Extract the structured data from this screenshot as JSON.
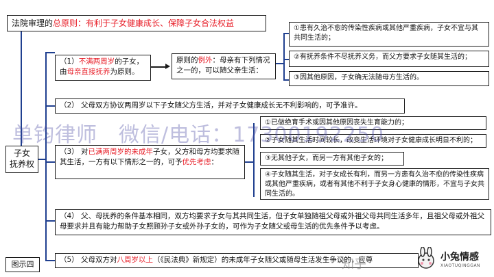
{
  "title": {
    "prefix": "法院审理的",
    "highlight": "总原则：有利于子女健康成长、保障子女合法权益"
  },
  "root_label": "子女\n抚养权",
  "figure_label": "图示四",
  "branch1": {
    "num": "（1）",
    "red1": "不满两周岁",
    "text1": "的子女，由",
    "red2": "母亲直接抚养",
    "text2": "为原则。"
  },
  "exception": {
    "pre": "原则的",
    "red": "例外",
    "post": "：母亲有下列情况之一的，可以随父亲生活："
  },
  "exception_items": [
    "①患有久治不愈的传染性疾病或其他严重疾病，子女不宜与其共同生活的；",
    "②有抚养条件不尽抚养义务，而父方要求子女随其生活的；",
    "③因其他原因，子女确无法随母方生活的。"
  ],
  "branch2": "（2） 父母双方协议两周岁以下子女随父方生活，并对子女健康成长无不利影响的，可予准许。",
  "branch3": {
    "pre": "（3） 对",
    "red1": "已满两周岁的未成年",
    "mid": "子女，父方和母方均要求随其生活，一方有以下情形之一的，可予",
    "red2": "优先考虑",
    "post": "："
  },
  "branch3_items": [
    "①已做绝育手术或因其他原因丧失生育能力的；",
    "②子女随其生活时间较长，改变生活环境对子女健康成长明显不利的；",
    "③无其他子女，而另一方有其他子女的；",
    "④子女随其生活，对子女成长有利，而另一方患有久治不愈的传染性疾病或其他严重疾病，或者有其他不利于子女身心健康的情形，不宜与子女共同生活的。"
  ],
  "branch4": "（4） 父、母抚养的条件基本相同，双方均要求子女与其共同生活，但子女单独随祖父母或外祖父母共同生活多年，且祖父母或外祖父母要求并且有能力帮助子女照顾孙子女或外孙子女的，可作为子女随父或母生活的优先条件予以考虑。",
  "branch5": {
    "pre": "（5） 父母双方对",
    "red": "八周岁以上",
    "post": "（《民法典》新规定）的未成年子女随父或随母生活发生争议的，应尊"
  },
  "watermark": "单钧律师　微信/电话：17300192250",
  "zhihu_mark": "知乎",
  "logo": {
    "text": "小兔情感",
    "sub": "XIAOTUQINGGAN"
  }
}
